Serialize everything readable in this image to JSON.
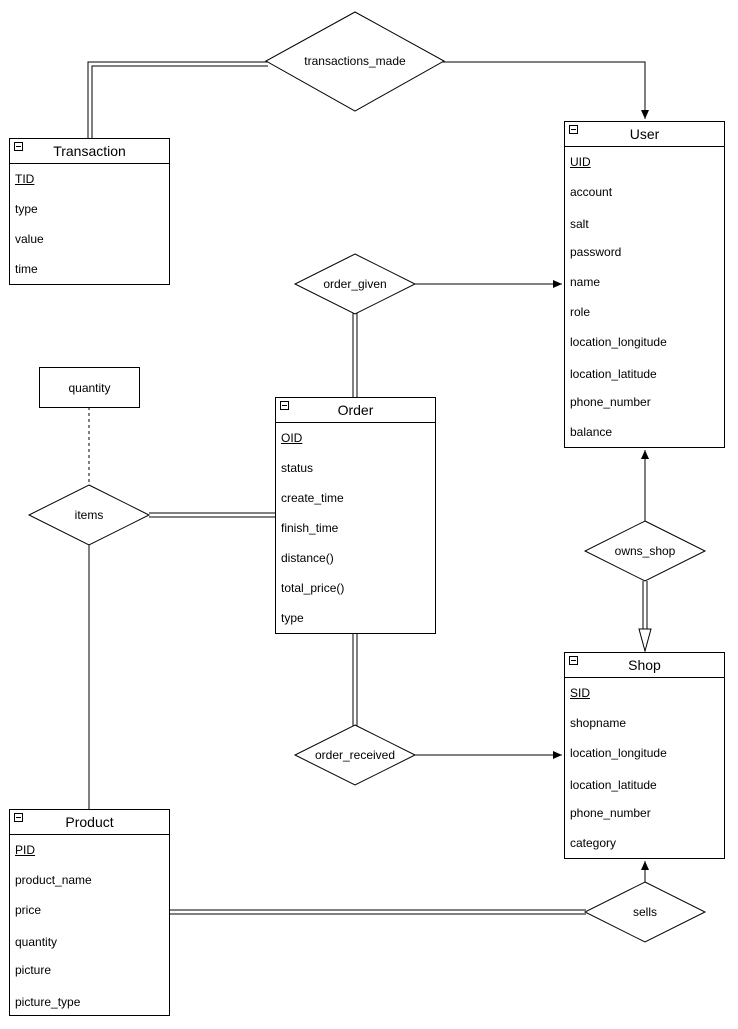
{
  "entities": {
    "transaction": {
      "title": "Transaction",
      "attributes": [
        "TID",
        "type",
        "value",
        "time"
      ],
      "key": "TID"
    },
    "user": {
      "title": "User",
      "attributes": [
        "UID",
        "account",
        "salt",
        "password",
        "name",
        "role",
        "location_longitude",
        "location_latitude",
        "phone_number",
        "balance"
      ],
      "key": "UID"
    },
    "order": {
      "title": "Order",
      "attributes": [
        "OID",
        "status",
        "create_time",
        "finish_time",
        "distance()",
        "total_price()",
        "type"
      ],
      "key": "OID"
    },
    "shop": {
      "title": "Shop",
      "attributes": [
        "SID",
        "shopname",
        "location_longitude",
        "location_latitude",
        "phone_number",
        "category"
      ],
      "key": "SID"
    },
    "product": {
      "title": "Product",
      "attributes": [
        "PID",
        "product_name",
        "price",
        "quantity",
        "picture",
        "picture_type"
      ],
      "key": "PID"
    }
  },
  "relationships": {
    "transactions_made": "transactions_made",
    "order_given": "order_given",
    "items": "items",
    "owns_shop": "owns_shop",
    "order_received": "order_received",
    "sells": "sells"
  },
  "notes": {
    "quantity": "quantity"
  }
}
